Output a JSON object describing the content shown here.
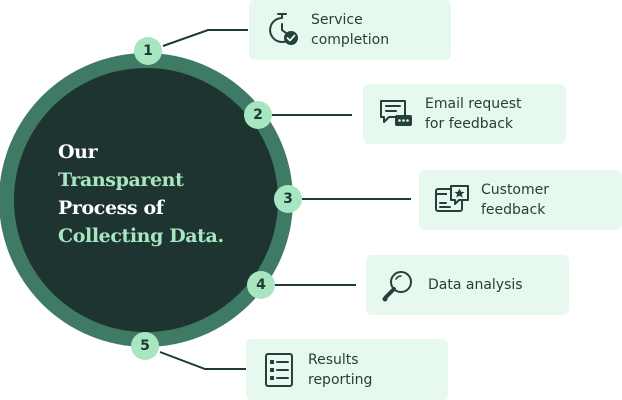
{
  "title": {
    "line1": "Our",
    "line2": "Transparent",
    "line3_a": "Process",
    "line3_b": "of",
    "line4": "Collecting Data."
  },
  "steps": [
    {
      "number": "1",
      "label": "Service\ncompletion",
      "icon": "clock-check-icon"
    },
    {
      "number": "2",
      "label": "Email request\nfor feedback",
      "icon": "chat-bubble-icon"
    },
    {
      "number": "3",
      "label": "Customer\nfeedback",
      "icon": "star-window-icon"
    },
    {
      "number": "4",
      "label": "Data analysis",
      "icon": "magnifier-icon"
    },
    {
      "number": "5",
      "label": "Results\nreporting",
      "icon": "checklist-icon"
    }
  ],
  "colors": {
    "inner_circle": "#1d3430",
    "outer_ring": "#3f7a65",
    "accent": "#a8e6c1",
    "card_bg": "#e7f8ee",
    "connector": "#1d3b36",
    "text": "#24403a"
  }
}
